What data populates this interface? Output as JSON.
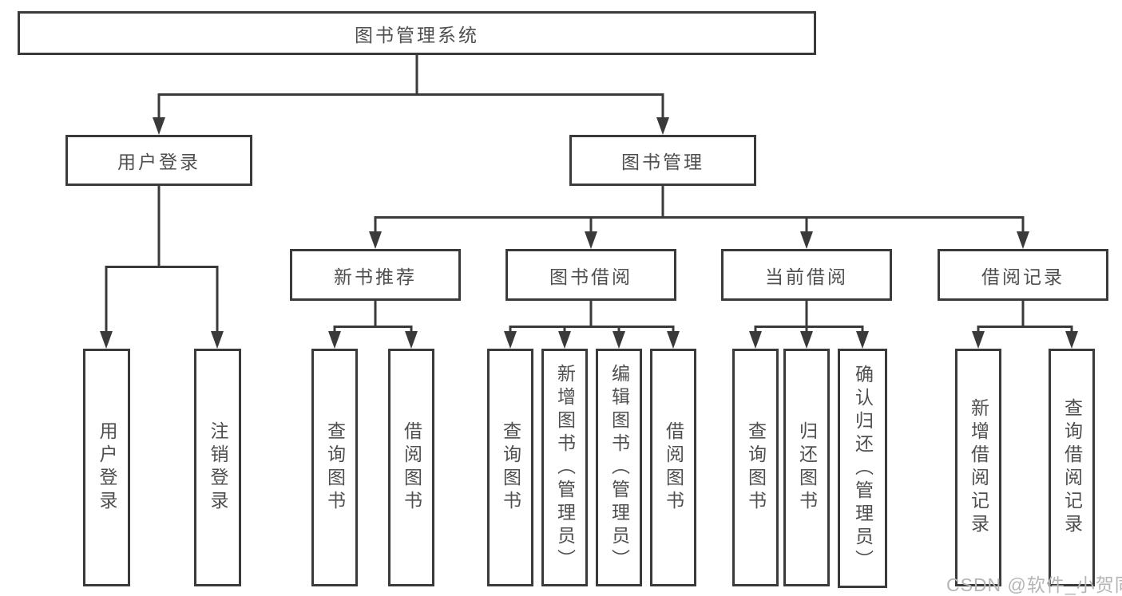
{
  "diagram": {
    "root": {
      "label": "图书管理系统"
    },
    "branches": [
      {
        "label": "用户登录",
        "children": [
          {
            "label": "用户登录"
          },
          {
            "label": "注销登录"
          }
        ]
      },
      {
        "label": "图书管理",
        "children": [
          {
            "label": "新书推荐",
            "children": [
              {
                "label": "查询图书"
              },
              {
                "label": "借阅图书"
              }
            ]
          },
          {
            "label": "图书借阅",
            "children": [
              {
                "label": "查询图书"
              },
              {
                "label": "新增图书（管理员）"
              },
              {
                "label": "编辑图书（管理员）"
              },
              {
                "label": "借阅图书"
              }
            ]
          },
          {
            "label": "当前借阅",
            "children": [
              {
                "label": "查询图书"
              },
              {
                "label": "归还图书"
              },
              {
                "label": "确认归还（管理员）"
              }
            ]
          },
          {
            "label": "借阅记录",
            "children": [
              {
                "label": "新增借阅记录"
              },
              {
                "label": "查询借阅记录"
              }
            ]
          }
        ]
      }
    ]
  },
  "watermark": {
    "text": "CSDN @软件_小贺同学"
  },
  "colors": {
    "line": "#3a3a3a",
    "text": "#4f4f4f",
    "background": "#ffffff",
    "watermark": "#b5b5b5"
  }
}
